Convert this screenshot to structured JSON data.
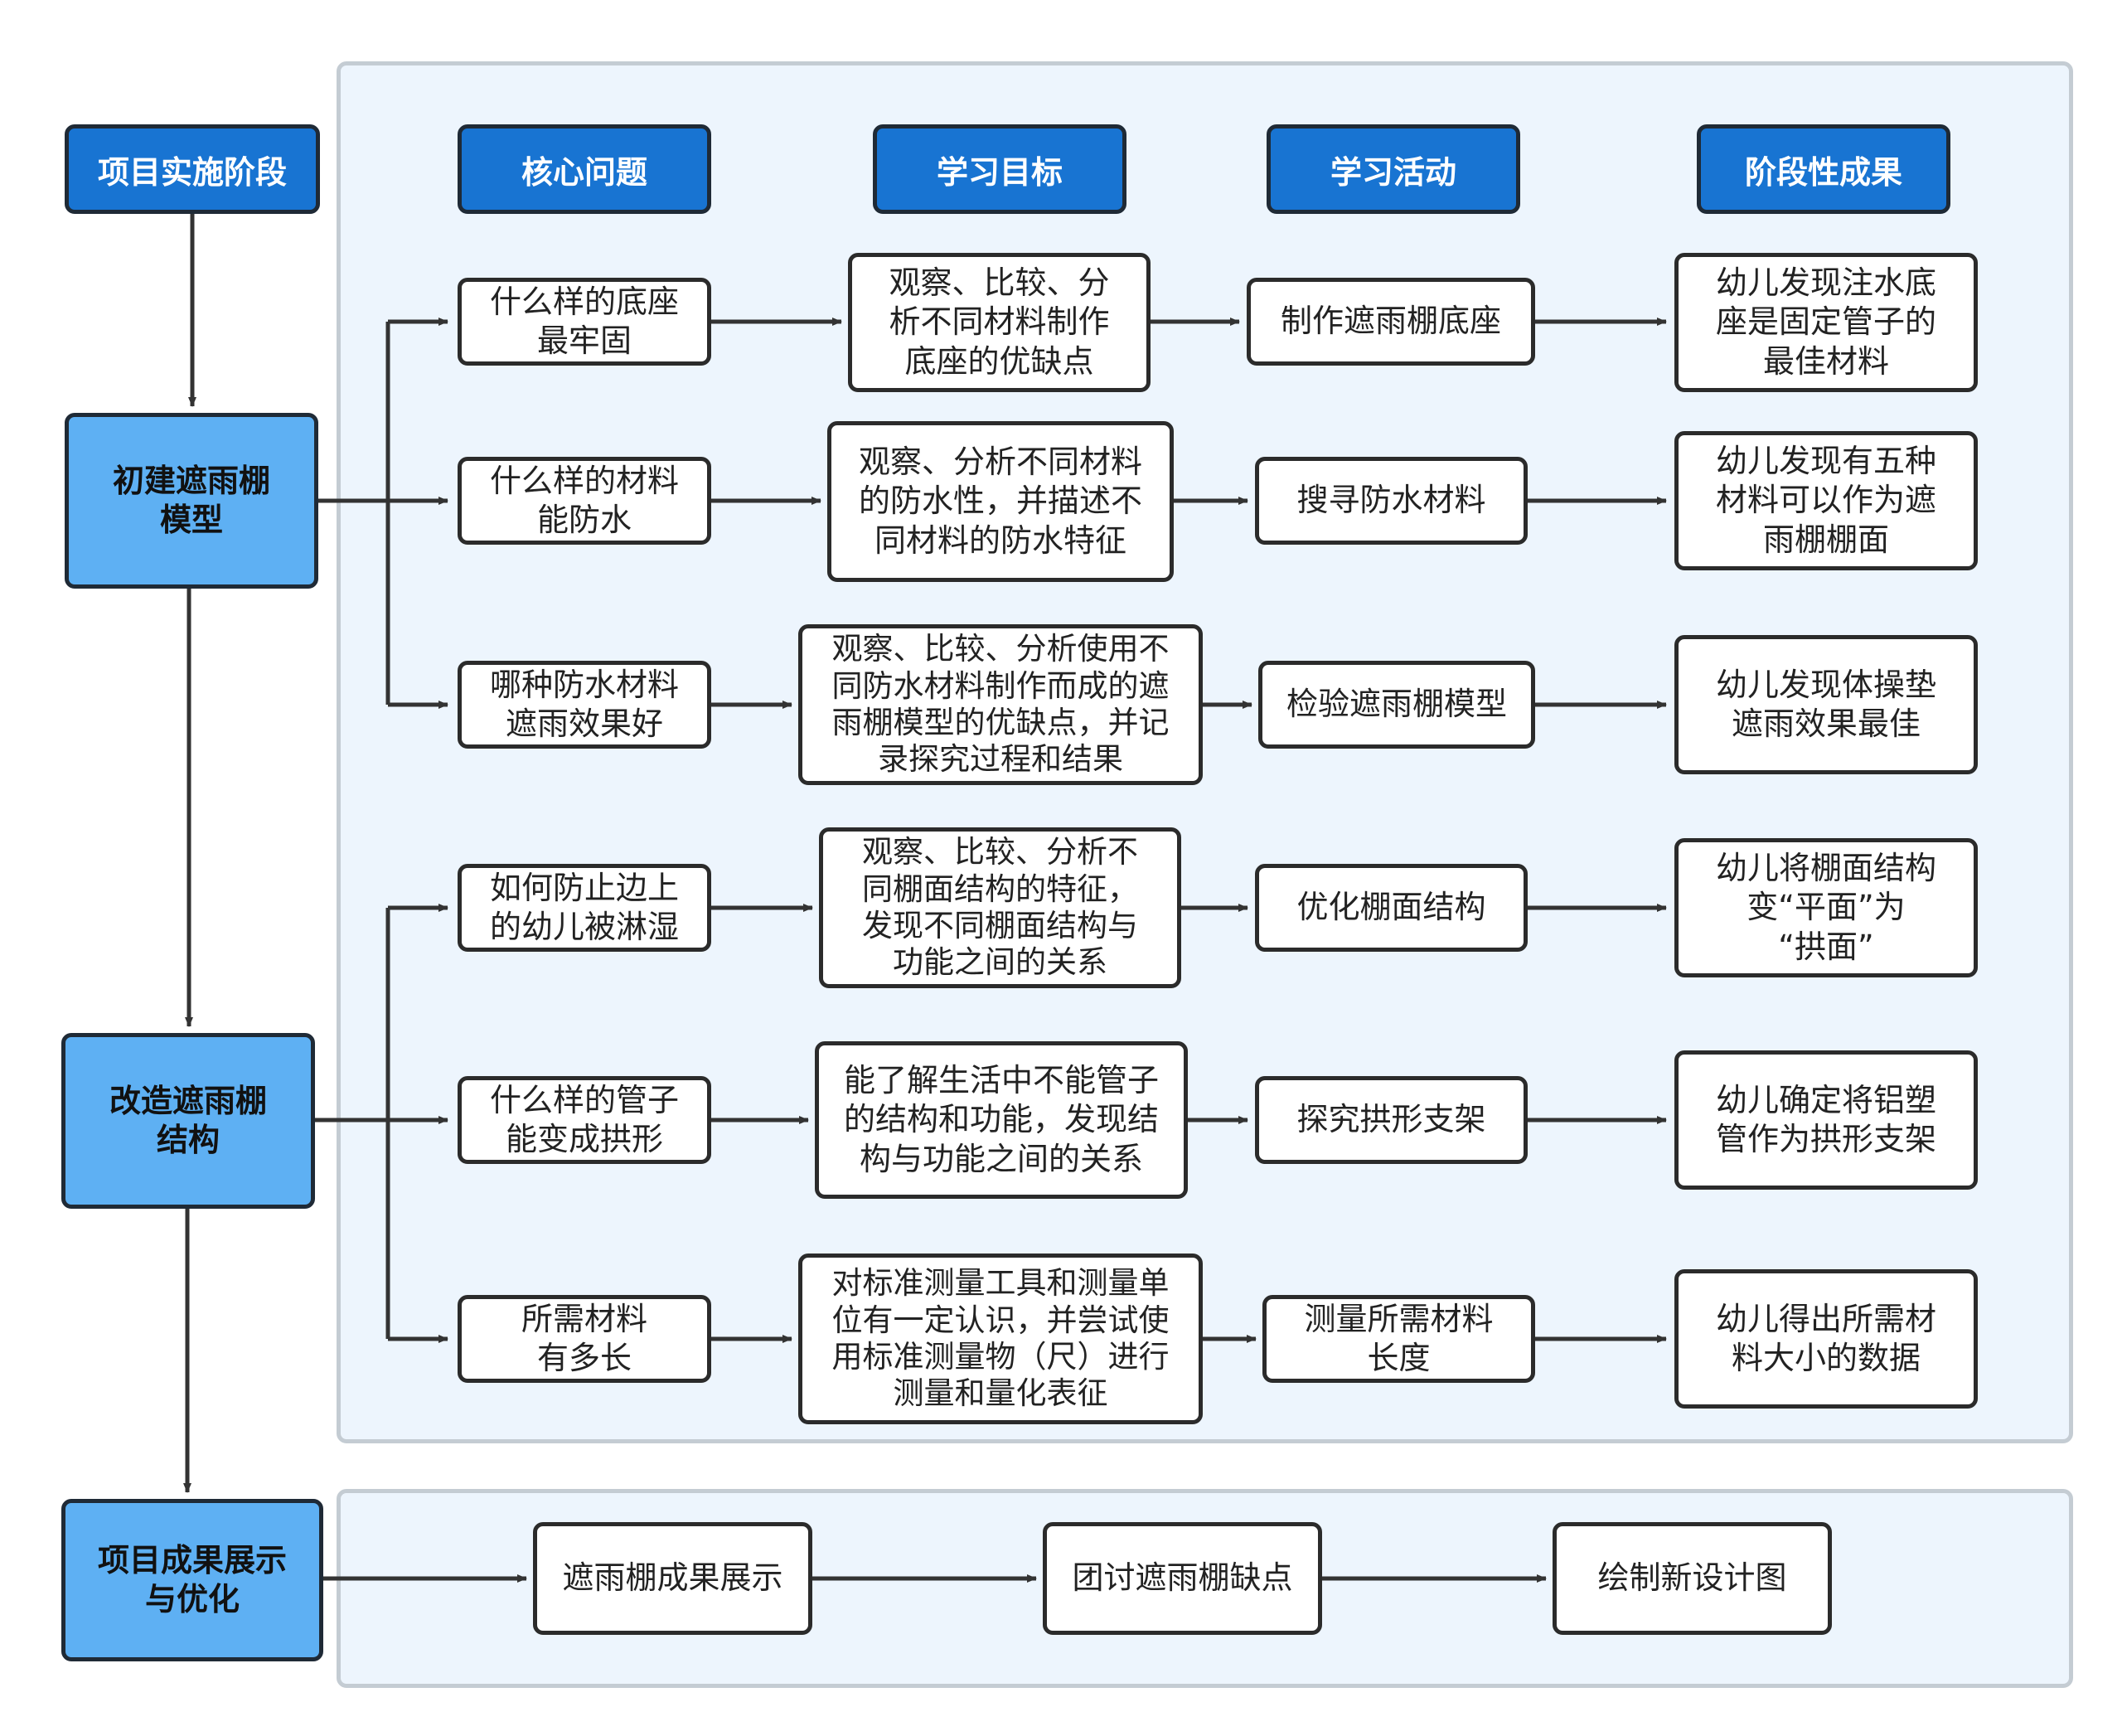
{
  "headers": {
    "phase": "项目实施阶段",
    "question": "核心问题",
    "goal": "学习目标",
    "activity": "学习活动",
    "outcome": "阶段性成果"
  },
  "stages": {
    "s1": "初建遮雨棚\n模型",
    "s2": "改造遮雨棚\n结构",
    "s3": "项目成果展示\n与优化"
  },
  "rows": [
    {
      "question": "什么样的底座\n最牢固",
      "goal": "观察、比较、分\n析不同材料制作\n底座的优缺点",
      "activity": "制作遮雨棚底座",
      "outcome": "幼儿发现注水底\n座是固定管子的\n最佳材料"
    },
    {
      "question": "什么样的材料\n能防水",
      "goal": "观察、分析不同材料\n的防水性，并描述不\n同材料的防水特征",
      "activity": "搜寻防水材料",
      "outcome": "幼儿发现有五种\n材料可以作为遮\n雨棚棚面"
    },
    {
      "question": "哪种防水材料\n遮雨效果好",
      "goal": "观察、比较、分析使用不\n同防水材料制作而成的遮\n雨棚模型的优缺点，并记\n录探究过程和结果",
      "activity": "检验遮雨棚模型",
      "outcome": "幼儿发现体操垫\n遮雨效果最佳"
    },
    {
      "question": "如何防止边上\n的幼儿被淋湿",
      "goal": "观察、比较、分析不\n同棚面结构的特征，\n发现不同棚面结构与\n功能之间的关系",
      "activity": "优化棚面结构",
      "outcome": "幼儿将棚面结构\n变“平面”为\n“拱面”"
    },
    {
      "question": "什么样的管子\n能变成拱形",
      "goal": "能了解生活中不能管子\n的结构和功能，发现结\n构与功能之间的关系",
      "activity": "探究拱形支架",
      "outcome": "幼儿确定将铝塑\n管作为拱形支架"
    },
    {
      "question": "所需材料\n有多长",
      "goal": "对标准测量工具和测量单\n位有一定认识，并尝试使\n用标准测量物（尺）进行\n测量和量化表征",
      "activity": "测量所需材料\n长度",
      "outcome": "幼儿得出所需材\n料大小的数据"
    }
  ],
  "bottom": [
    "遮雨棚成果展示",
    "团讨遮雨棚缺点",
    "绘制新设计图"
  ],
  "colors": {
    "header_fill": "#1874d2",
    "stage_fill": "#5eb0f3",
    "panel_fill": "#edf5fd",
    "panel_border": "#c4ccd3",
    "line": "#333333"
  }
}
